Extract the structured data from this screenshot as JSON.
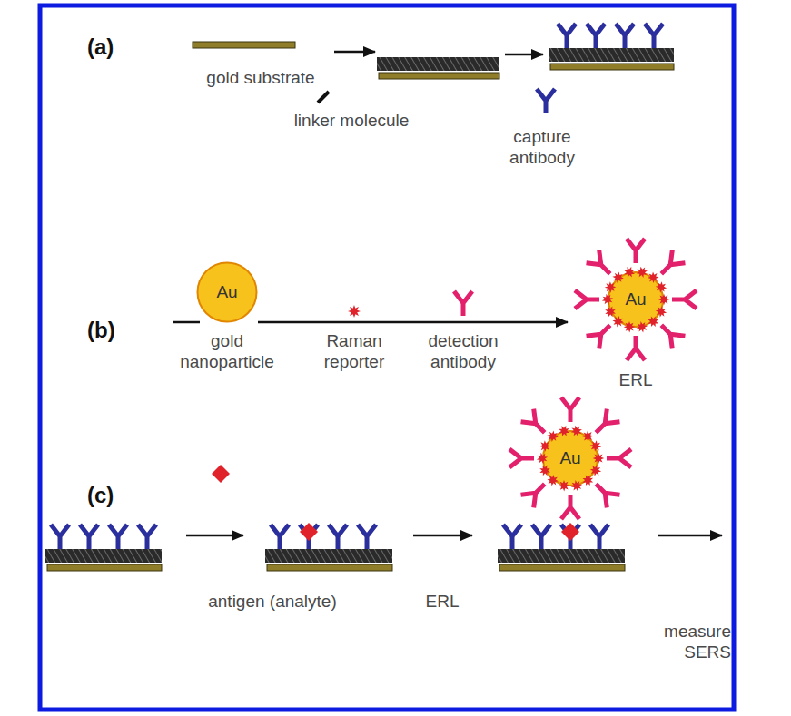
{
  "diagram": {
    "nodes": [
      {
        "text": [
          "Au",
          "gold nanoparticle"
        ]
      },
      {
        "text": [
          "Au",
          "ERL"
        ]
      },
      {
        "text": [
          "Au"
        ]
      }
    ],
    "edges": [
      {
        "from": 0,
        "to": 1,
        "arrow": "to"
      }
    ],
    "labels": [
      "(a)",
      "gold substrate",
      "linker molecule",
      "capture antibody",
      "(b)",
      "Raman reporter",
      "detection antibody",
      "(c)",
      "antigen (analyte)",
      "ERL",
      "measure SERS"
    ]
  }
}
